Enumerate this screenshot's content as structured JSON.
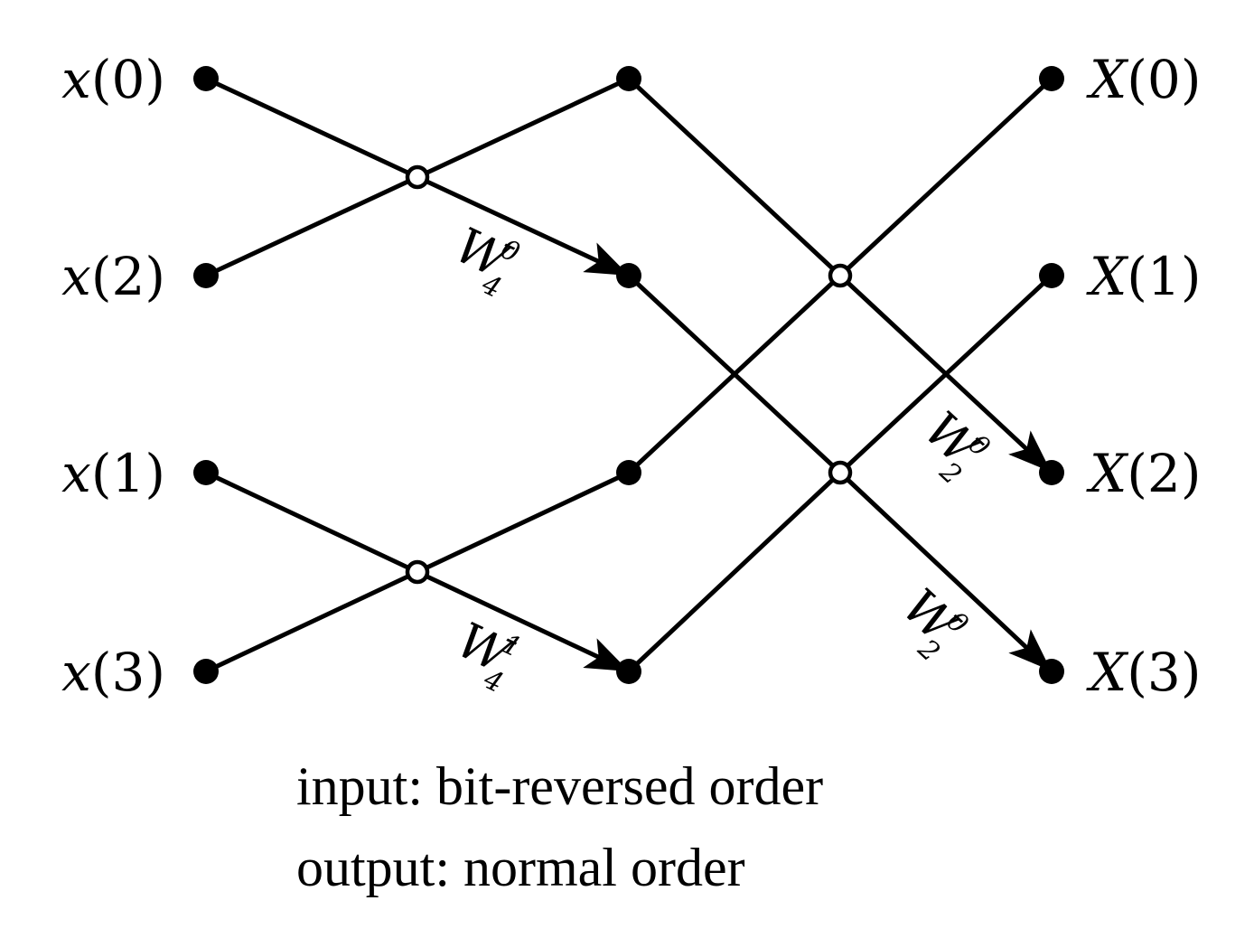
{
  "inputs": [
    {
      "var": "x",
      "index": "(0)"
    },
    {
      "var": "x",
      "index": "(2)"
    },
    {
      "var": "x",
      "index": "(1)"
    },
    {
      "var": "x",
      "index": "(3)"
    }
  ],
  "outputs": [
    {
      "var": "X",
      "index": "(0)"
    },
    {
      "var": "X",
      "index": "(1)"
    },
    {
      "var": "X",
      "index": "(2)"
    },
    {
      "var": "X",
      "index": "(3)"
    }
  ],
  "twiddles": [
    {
      "base": "W",
      "sub": "4",
      "sup": "0"
    },
    {
      "base": "W",
      "sub": "4",
      "sup": "1"
    },
    {
      "base": "W",
      "sub": "2",
      "sup": "0"
    },
    {
      "base": "W",
      "sub": "2",
      "sup": "0"
    }
  ],
  "caption": {
    "line1": "input: bit-reversed order",
    "line2": "output: normal order"
  }
}
